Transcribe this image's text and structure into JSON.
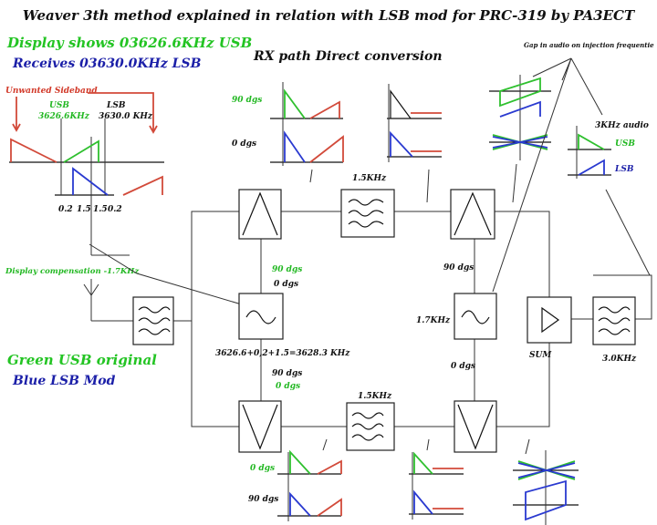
{
  "title": "Weaver 3th method explained in  relation with LSB mod for PRC-319 by PA3ECT",
  "display_shows": "Display shows 03626.6KHz USB",
  "receives": "Receives 03630.0KHz LSB",
  "rx_path": "RX path  Direct conversion",
  "gap_note": "Gap in audio on injection frequentie",
  "unwanted_sideband": "Unwanted Sideband",
  "usb_label": "USB",
  "usb_freq": "3626.6KHz",
  "lsb_label": "LSB",
  "lsb_freq": "3630.0 KHz",
  "axis_ticks": [
    "0.2",
    "1.5",
    "1.5",
    "0.2"
  ],
  "display_compensation": "Display compensation -1.7KHz",
  "legend_green": "Green USB original",
  "legend_blue": "Blue LSB Mod",
  "audio_label": "3KHz audio",
  "audio_usb": "USB",
  "audio_lsb": "LSB",
  "phase_90": "90 dgs",
  "phase_0": "0 dgs",
  "filter_1_5": "1.5KHz",
  "lo_freq": "3626.6+0,2+1.5=3628.3  KHz",
  "bfo_freq": "1.7KHz",
  "sum_label": "SUM",
  "filter_3_0": "3.0KHz",
  "colors": {
    "green": "#23c423",
    "blue": "#1b1fa8",
    "red": "#d23a2a"
  }
}
